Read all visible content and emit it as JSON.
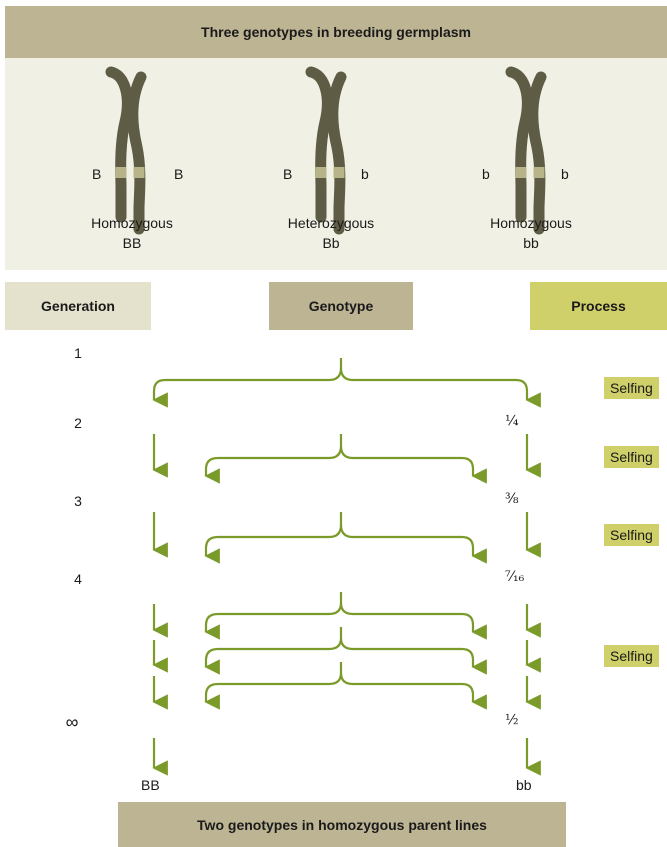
{
  "header": {
    "title": "Three genotypes in breeding germplasm"
  },
  "chromosome_pairs": [
    {
      "left_allele": "B",
      "right_allele": "B",
      "zygosity": "Homozygous",
      "genotype": "BB"
    },
    {
      "left_allele": "B",
      "right_allele": "b",
      "zygosity": "Heterozygous",
      "genotype": "Bb"
    },
    {
      "left_allele": "b",
      "right_allele": "b",
      "zygosity": "Homozygous",
      "genotype": "bb"
    }
  ],
  "columns": {
    "generation": "Generation",
    "genotype": "Genotype",
    "process": "Process"
  },
  "generations": [
    "1",
    "2",
    "3",
    "4",
    "∞"
  ],
  "fractions": [
    "¼",
    "⅜",
    "⁷⁄₁₆",
    "½"
  ],
  "process_labels": [
    "Selfing",
    "Selfing",
    "Selfing",
    "Selfing"
  ],
  "final_genotypes": {
    "left": "BB",
    "right": "bb"
  },
  "footer": {
    "title": "Two genotypes in homozygous parent lines"
  },
  "colors": {
    "band": "#bdb494",
    "panel": "#f0f0e4",
    "generation_header": "#e4e2cc",
    "process_header": "#d0d06a",
    "arrow": "#7a9a2a",
    "chromosome": "#5e5c45",
    "allele_band": "#b8b48a"
  }
}
